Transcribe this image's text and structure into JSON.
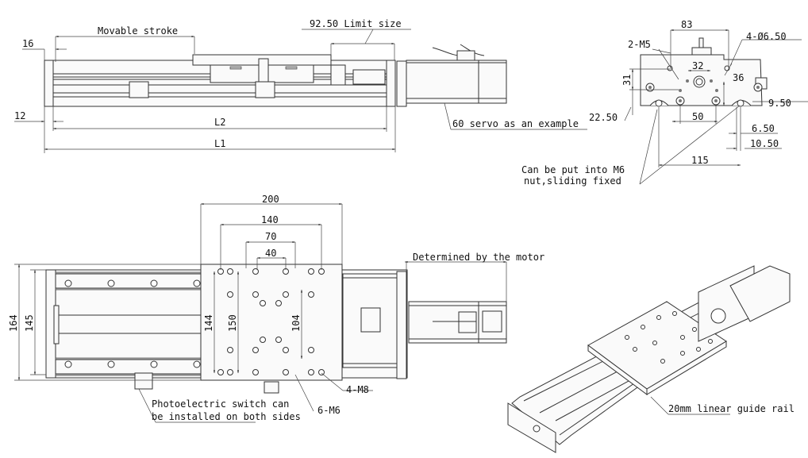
{
  "title": "Linear module dimension drawing",
  "top_view": {
    "movable_stroke": "Movable stroke",
    "limit_size": "92.50 Limit size",
    "dim_16": "16",
    "dim_12": "12",
    "L2": "L2",
    "L1": "L1",
    "servo_note": "60 servo as an example"
  },
  "end_view": {
    "dim_83": "83",
    "hole_4": "4-Ø6.50",
    "screw_2m5": "2-M5",
    "dim_32": "32",
    "dim_36": "36",
    "dim_31": "31",
    "dim_22_50": "22.50",
    "dim_9_50": "9.50",
    "dim_50": "50",
    "dim_6_50": "6.50",
    "dim_10_50": "10.50",
    "dim_115": "115",
    "nut_note_line1": "Can be put into M6",
    "nut_note_line2": "nut,sliding fixed"
  },
  "plan_view": {
    "dim_200": "200",
    "dim_140": "140",
    "dim_70": "70",
    "dim_40": "40",
    "dim_164": "164",
    "dim_145": "145",
    "dim_144": "144",
    "dim_150": "150",
    "dim_104": "104",
    "motor_note": "Determined by the motor",
    "screw_4m8": "4-M8",
    "screw_6m6": "6-M6",
    "switch_note_line1": "Photoelectric switch can",
    "switch_note_line2": "be installed on both sides"
  },
  "iso_view": {
    "rail_note": "20mm linear guide rail"
  }
}
